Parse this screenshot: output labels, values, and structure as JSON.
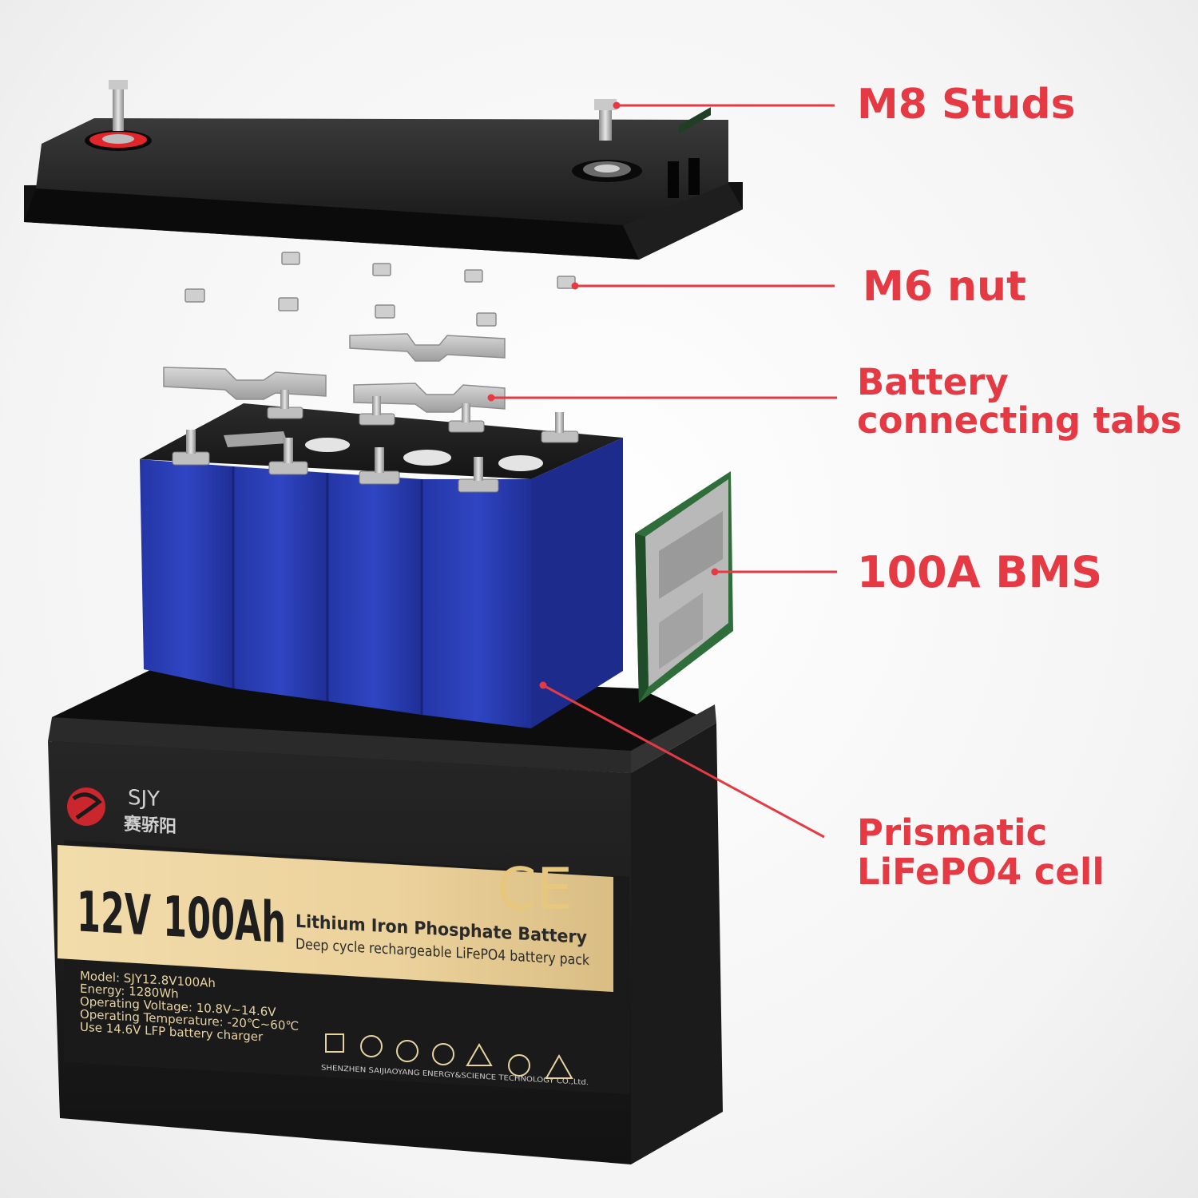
{
  "callouts": {
    "studs": "M8 Studs",
    "nut": "M6 nut",
    "tabs_line1": "Battery",
    "tabs_line2": "connecting tabs",
    "bms": "100A BMS",
    "cell_line1": "Prismatic",
    "cell_line2": "LiFePO4 cell"
  },
  "brand": {
    "name": "SJY",
    "name_cn": "赛骄阳"
  },
  "product_label": {
    "headline": "12V 100Ah",
    "title": "Lithium Iron Phosphate Battery",
    "subtitle": "Deep cycle rechargeable LiFePO4 battery pack",
    "specs": [
      "Model: SJY12.8V100Ah",
      "Energy: 1280Wh",
      "Operating Voltage: 10.8V~14.6V",
      "Operating Temperature: -20℃~60℃",
      "Use 14.6V LFP battery charger"
    ],
    "certification": "CE",
    "manufacturer": "SHENZHEN SAIJIAOYANG ENERGY&SCIENCE TECHNOLOGY CO.,Ltd."
  },
  "colors": {
    "accent": "#e53a43",
    "cell_blue": "#2a3fb5",
    "case_black": "#1c1c1c",
    "label_gold": "#efd9a8"
  }
}
